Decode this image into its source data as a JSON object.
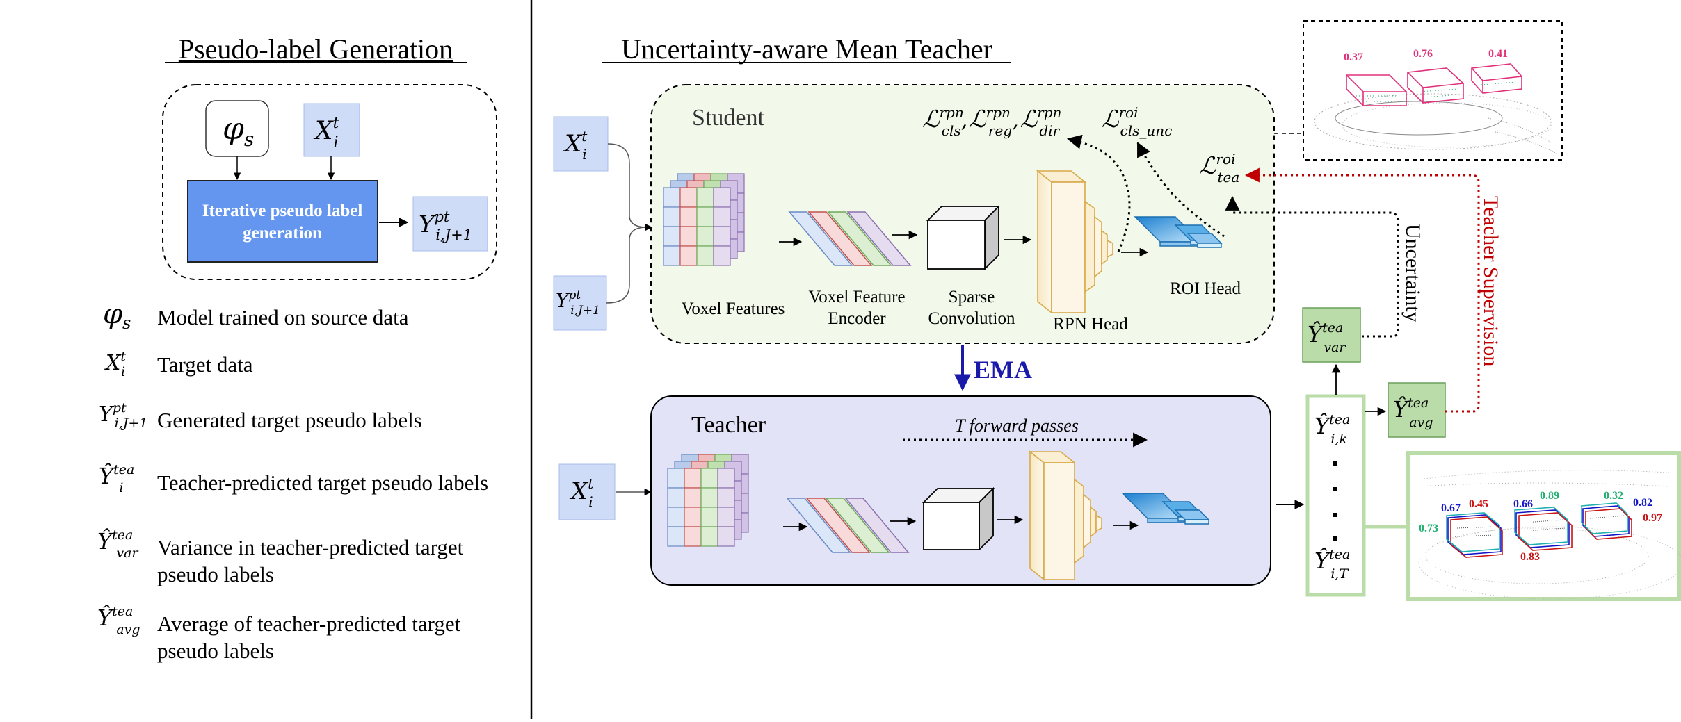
{
  "left_panel": {
    "title": "Pseudo-label Generation",
    "generator_box_label_line1": "Iterative pseudo label",
    "generator_box_label_line2": "generation",
    "phi_s": "φ",
    "phi_s_sub": "s",
    "x_base": "X",
    "x_sub": "i",
    "x_sup": "t",
    "y_base": "Y",
    "y_pt_sub": "i,J+1",
    "y_pt_sup": "pt",
    "y_hat_base": "Ŷ",
    "tea_sup": "tea",
    "sub_i": "i",
    "sub_var": "var",
    "sub_avg": "avg",
    "legend": [
      {
        "desc": "Model trained on source data"
      },
      {
        "desc": "Target data"
      },
      {
        "desc": "Generated target pseudo labels"
      },
      {
        "desc": "Teacher-predicted target pseudo labels"
      },
      {
        "desc_line1": "Variance in teacher-predicted target",
        "desc_line2": "pseudo labels"
      },
      {
        "desc_line1": "Average of teacher-predicted target",
        "desc_line2": "pseudo labels"
      }
    ]
  },
  "right_panel": {
    "title": "Uncertainty-aware Mean Teacher",
    "student_label": "Student",
    "teacher_label": "Teacher",
    "ema_label": "EMA",
    "t_forward": "T forward passes",
    "uncertainty_label": "Uncertainty",
    "teacher_supervision_label": "Teacher Supervision",
    "components": {
      "voxel_features": "Voxel Features",
      "vfe_line1": "Voxel Feature",
      "vfe_line2": "Encoder",
      "sparse_line1": "Sparse",
      "sparse_line2": "Convolution",
      "rpn_head": "RPN Head",
      "roi_head": "ROI Head"
    },
    "losses": {
      "L": "ℒ",
      "rpn_sup": "rpn",
      "roi_sup": "roi",
      "cls_sub": "cls",
      "reg_sub": "reg",
      "dir_sub": "dir",
      "cls_unc_sub": "cls_unc",
      "tea_sub": "tea",
      "comma": ","
    },
    "y_hat_k_sub": "i,k",
    "y_hat_T_sub": "i,T",
    "top_scores": [
      "0.37",
      "0.76",
      "0.41"
    ],
    "bottom_scores": {
      "blue": [
        "0.67",
        "0.66",
        "0.82"
      ],
      "green": [
        "0.73",
        "0.89",
        "0.32"
      ],
      "red": [
        "0.45",
        "0.83",
        "0.97"
      ]
    }
  },
  "colors": {
    "generator_fill": "#6496f0",
    "light_blue_box": "#cfdcf7",
    "student_fill": "#f2f9ea",
    "teacher_fill": "#e3e3f7",
    "green_box_fill": "#b9dca8",
    "green_box_border": "#6aa05a",
    "ema_blue": "#1a1aaa",
    "supervision_red": "#c00000",
    "score_magenta": "#e0307a",
    "score_blue": "#1414c8",
    "score_green": "#20b070",
    "score_red": "#c81414"
  }
}
